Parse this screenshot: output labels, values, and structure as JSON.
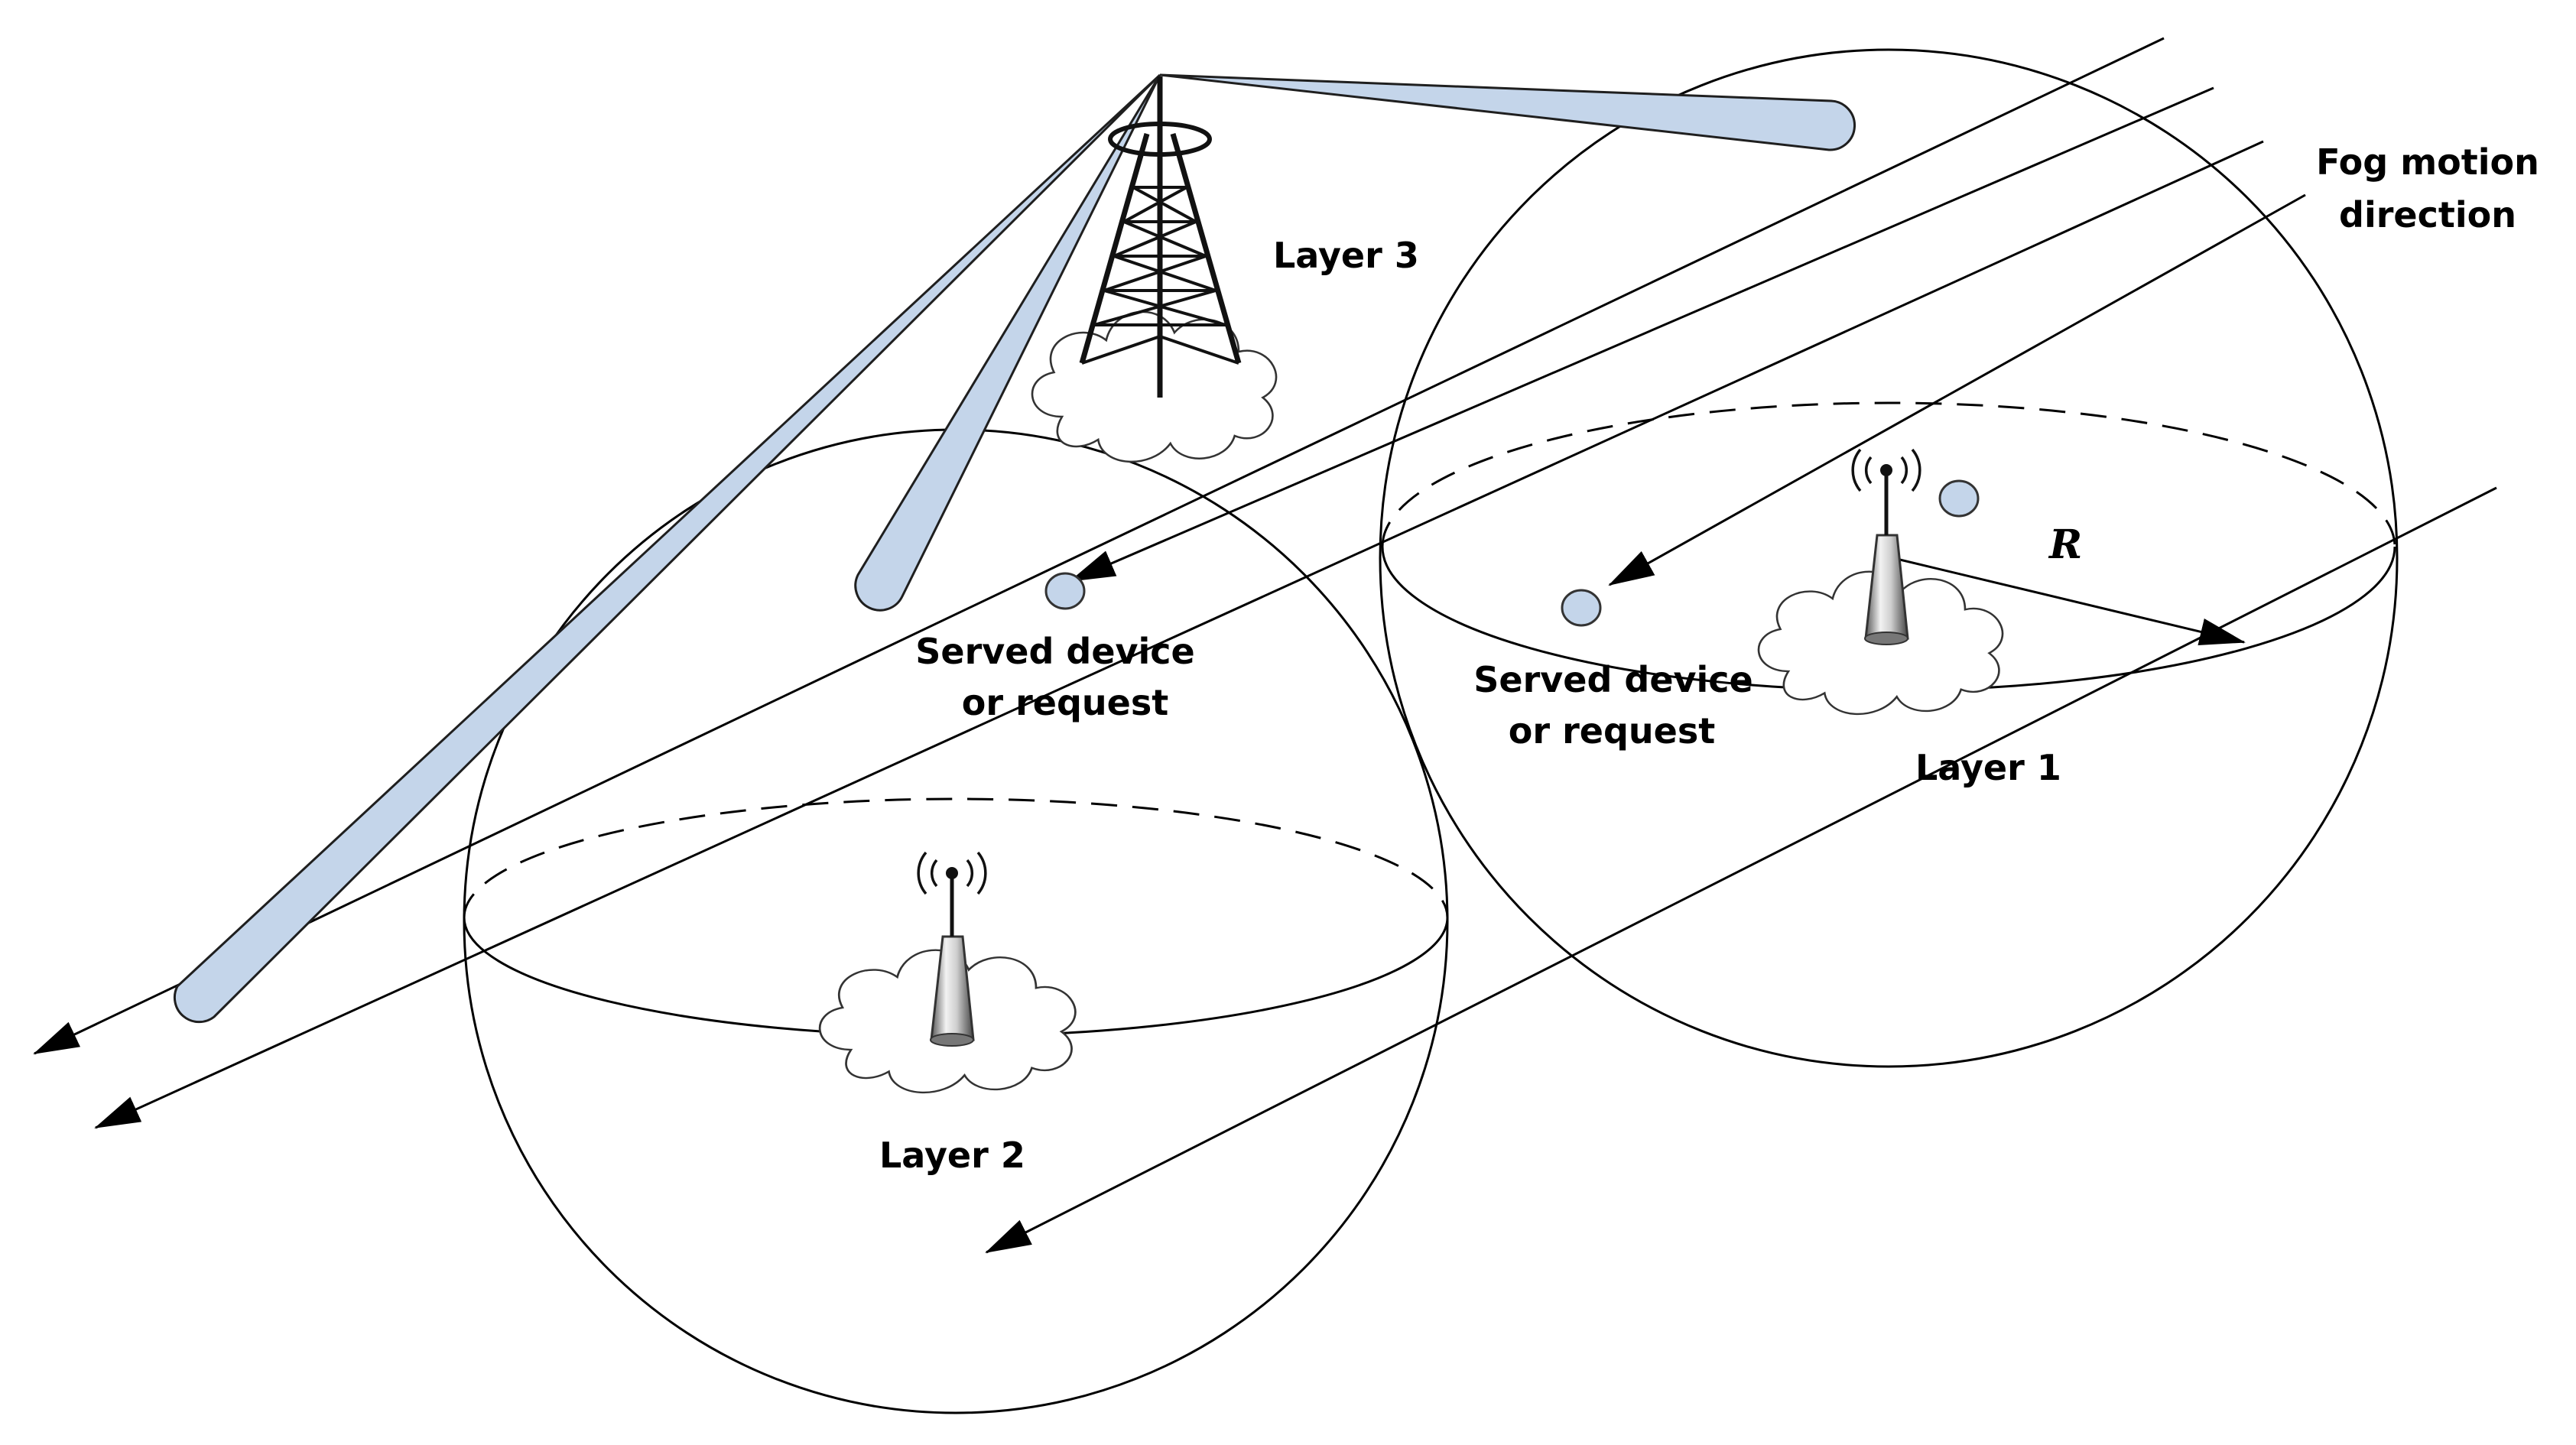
{
  "labels": {
    "layer1": "Layer 1",
    "layer2": "Layer 2",
    "layer3": "Layer 3",
    "served_device_right_line1": "Served device",
    "served_device_right_line2": "or request",
    "served_device_left_line1": "Served device",
    "served_device_left_line2": "or request",
    "fog_motion_line1": "Fog motion",
    "fog_motion_line2": "direction",
    "radius": "R"
  },
  "icons": {
    "macro_tower": "cell-tower-icon",
    "fog_antenna": "antenna-icon",
    "cloud": "cloud-icon",
    "device": "device-circle-icon"
  },
  "colors": {
    "beam_fill": "#c4d5ea",
    "device_fill": "#c4d5ea",
    "stroke": "#000000"
  }
}
